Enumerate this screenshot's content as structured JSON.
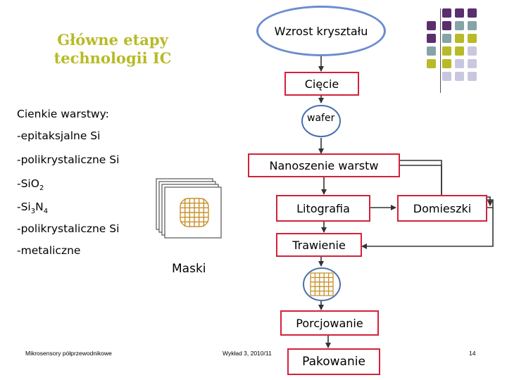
{
  "title": "Główne etapy technologii IC",
  "nodes": {
    "crystal_growth": "Wzrost kryształu",
    "cutting": "Cięcie",
    "wafer": "wafer",
    "deposition": "Nanoszenie warstw",
    "lithography": "Litografia",
    "doping": "Domieszki",
    "etching": "Trawienie",
    "masks": "Maski",
    "dicing": "Porcjowanie",
    "packaging": "Pakowanie"
  },
  "thin_layers": {
    "heading": "Cienkie warstwy:",
    "epitaxial": "-epitaksjalne Si",
    "poly1": "-polikrystaliczne Si",
    "sio2_prefix": "-SiO",
    "sio2_sub": "2",
    "si3n4_prefix": "-Si",
    "si3n4_sub1": "3",
    "si3n4_mid": "N",
    "si3n4_sub2": "4",
    "poly2": "-polikrystaliczne Si",
    "metallic": "-metaliczne"
  },
  "footer": {
    "left": "Mikrosensory półprzewodnikowe",
    "center": "Wykład 3, 2010/11",
    "page": "14"
  },
  "colors": {
    "title": "#b8ba27",
    "box_border": "#d4213b",
    "oval_border": "#6b8ccf",
    "mask_border": "#c8902a",
    "purple": "#5b2e6e",
    "teal": "#86a3a8",
    "olive": "#b8ba27",
    "lavender": "#c9c7e0"
  }
}
